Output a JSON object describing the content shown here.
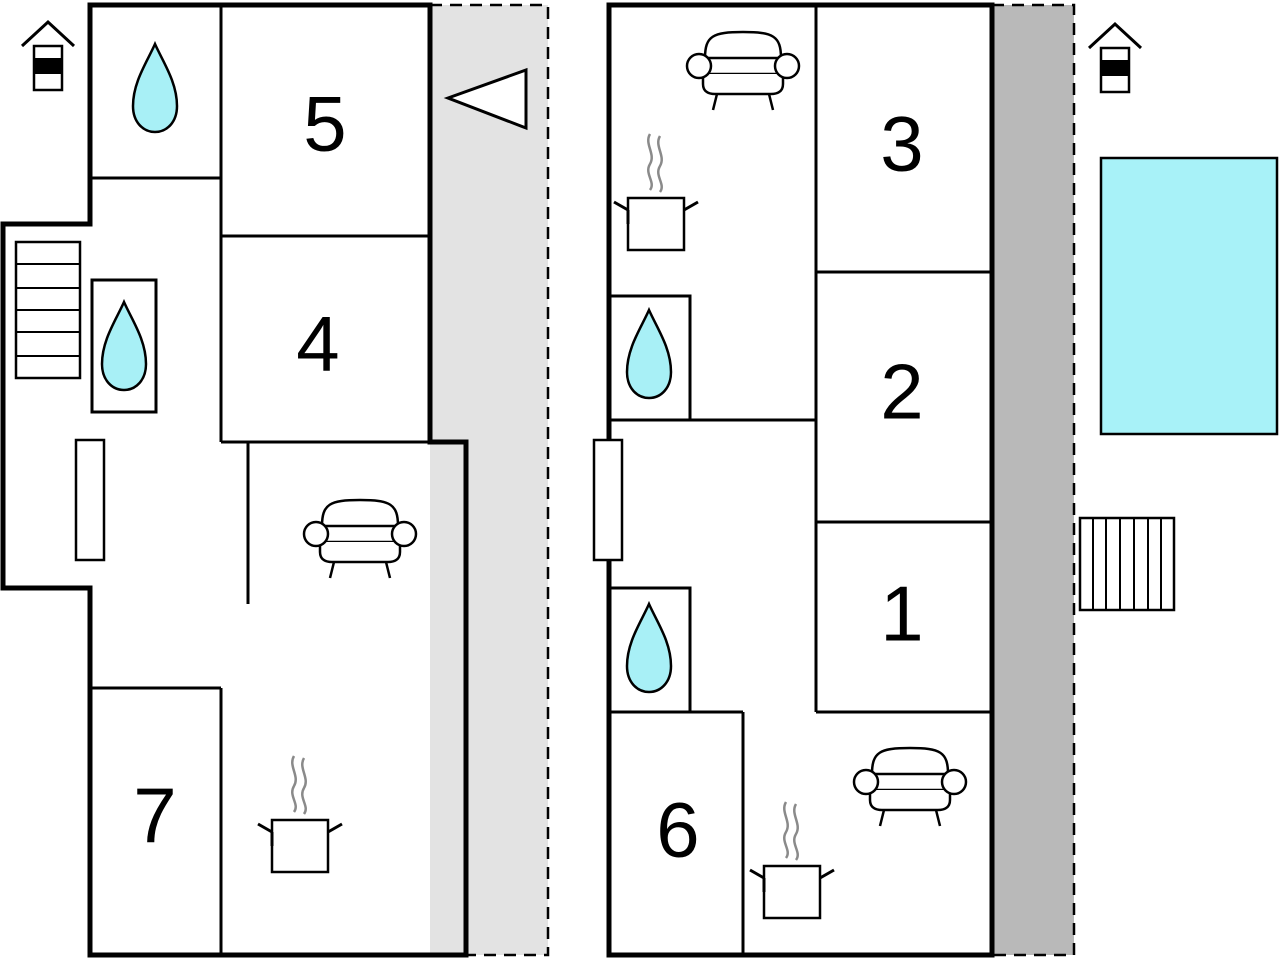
{
  "colors": {
    "water": "#a8f0f6",
    "pool": "#a8f2f8",
    "terrace_light": "#e3e3e3",
    "terrace_dark": "#b9b9b9",
    "steam": "#8a8a8a"
  },
  "left_floor": {
    "rooms": {
      "room_5": "5",
      "room_4": "4",
      "room_7": "7"
    },
    "icons": [
      "house-entrance-icon",
      "water-drop-icon",
      "water-drop-icon",
      "staircase-icon",
      "armchair-icon",
      "cooking-pot-icon",
      "triangle-marker-icon",
      "window-icon"
    ]
  },
  "right_floor": {
    "rooms": {
      "room_3": "3",
      "room_2": "2",
      "room_1": "1",
      "room_6": "6"
    },
    "icons": [
      "house-entrance-icon",
      "armchair-icon",
      "armchair-icon",
      "cooking-pot-icon",
      "cooking-pot-icon",
      "water-drop-icon",
      "water-drop-icon",
      "swimming-pool-icon",
      "staircase-icon",
      "window-icon"
    ]
  }
}
